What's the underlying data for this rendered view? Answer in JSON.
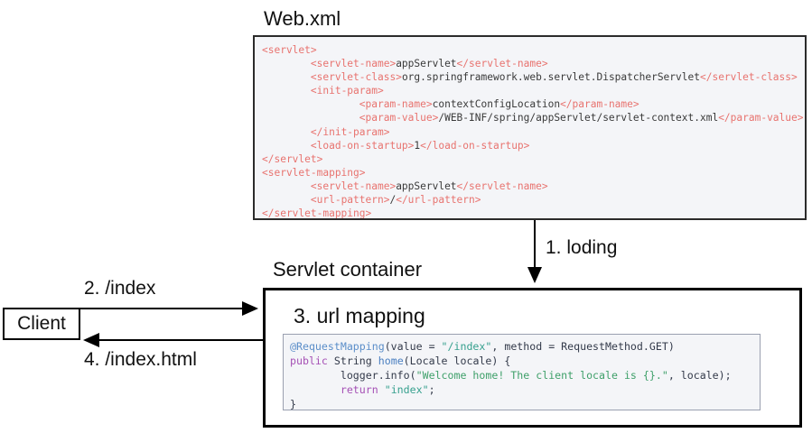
{
  "diagram": {
    "title_webxml": "Web.xml",
    "title_container": "Servlet container",
    "client_label": "Client",
    "step1": "1. loding",
    "step2": "2. /index",
    "step3": "3. url mapping",
    "step4": "4. /index.html",
    "colors": {
      "code_background": "#f4f5f8",
      "border": "#000000",
      "xml_tag": "#e8736f",
      "xml_text": "#3a3a3a",
      "java_annotation": "#5b8ec9",
      "java_keyword": "#a550b5",
      "java_string": "#3fa06a",
      "java_method": "#4a7fc1"
    }
  },
  "webxml_code": {
    "language": "xml",
    "lines": [
      [
        {
          "t": "tag",
          "v": "<servlet>"
        }
      ],
      [
        {
          "t": "txt",
          "v": "        "
        },
        {
          "t": "tag",
          "v": "<servlet-name>"
        },
        {
          "t": "txt",
          "v": "appServlet"
        },
        {
          "t": "tag",
          "v": "</servlet-name>"
        }
      ],
      [
        {
          "t": "txt",
          "v": "        "
        },
        {
          "t": "tag",
          "v": "<servlet-class>"
        },
        {
          "t": "txt",
          "v": "org.springframework.web.servlet.DispatcherServlet"
        },
        {
          "t": "tag",
          "v": "</servlet-class>"
        }
      ],
      [
        {
          "t": "txt",
          "v": "        "
        },
        {
          "t": "tag",
          "v": "<init-param>"
        }
      ],
      [
        {
          "t": "txt",
          "v": "                "
        },
        {
          "t": "tag",
          "v": "<param-name>"
        },
        {
          "t": "txt",
          "v": "contextConfigLocation"
        },
        {
          "t": "tag",
          "v": "</param-name>"
        }
      ],
      [
        {
          "t": "txt",
          "v": "                "
        },
        {
          "t": "tag",
          "v": "<param-value>"
        },
        {
          "t": "txt",
          "v": "/WEB-INF/spring/appServlet/servlet-context.xml"
        },
        {
          "t": "tag",
          "v": "</param-value>"
        }
      ],
      [
        {
          "t": "txt",
          "v": "        "
        },
        {
          "t": "tag",
          "v": "</init-param>"
        }
      ],
      [
        {
          "t": "txt",
          "v": "        "
        },
        {
          "t": "tag",
          "v": "<load-on-startup>"
        },
        {
          "t": "txt",
          "v": "1"
        },
        {
          "t": "tag",
          "v": "</load-on-startup>"
        }
      ],
      [
        {
          "t": "tag",
          "v": "</servlet>"
        }
      ],
      [
        {
          "t": "tag",
          "v": "<servlet-mapping>"
        }
      ],
      [
        {
          "t": "txt",
          "v": "        "
        },
        {
          "t": "tag",
          "v": "<servlet-name>"
        },
        {
          "t": "txt",
          "v": "appServlet"
        },
        {
          "t": "tag",
          "v": "</servlet-name>"
        }
      ],
      [
        {
          "t": "txt",
          "v": "        "
        },
        {
          "t": "tag",
          "v": "<url-pattern>"
        },
        {
          "t": "txt",
          "v": "/"
        },
        {
          "t": "tag",
          "v": "</url-pattern>"
        }
      ],
      [
        {
          "t": "tag",
          "v": "</servlet-mapping>"
        }
      ]
    ]
  },
  "java_code": {
    "language": "java",
    "lines": [
      [
        {
          "t": "j-ann",
          "v": "@RequestMapping"
        },
        {
          "t": "j-pln",
          "v": "(value = "
        },
        {
          "t": "j-str2",
          "v": "\"/index\""
        },
        {
          "t": "j-pln",
          "v": ", method = RequestMethod.GET)"
        }
      ],
      [
        {
          "t": "j-key",
          "v": "public"
        },
        {
          "t": "j-pln",
          "v": " "
        },
        {
          "t": "j-type",
          "v": "String"
        },
        {
          "t": "j-pln",
          "v": " "
        },
        {
          "t": "j-fn",
          "v": "home"
        },
        {
          "t": "j-pln",
          "v": "(Locale locale) {"
        }
      ],
      [
        {
          "t": "j-pln",
          "v": "        logger.info("
        },
        {
          "t": "j-str",
          "v": "\"Welcome home! The client locale is {}.\""
        },
        {
          "t": "j-pln",
          "v": ", locale);"
        }
      ],
      [
        {
          "t": "j-pln",
          "v": "        "
        },
        {
          "t": "j-key",
          "v": "return"
        },
        {
          "t": "j-pln",
          "v": " "
        },
        {
          "t": "j-str2",
          "v": "\"index\""
        },
        {
          "t": "j-pln",
          "v": ";"
        }
      ],
      [
        {
          "t": "j-pln",
          "v": "}"
        }
      ]
    ]
  }
}
